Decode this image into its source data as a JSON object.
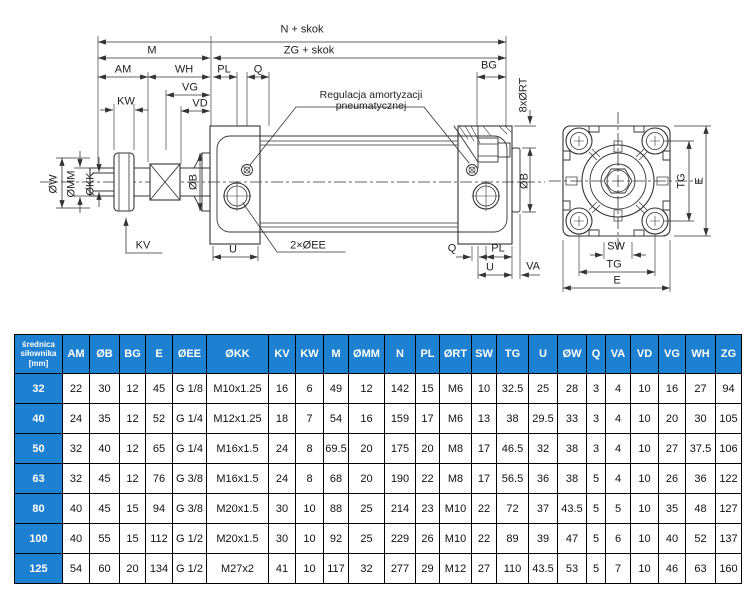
{
  "colors": {
    "table_header_bg": "#1e80d0",
    "table_header_text": "#ffffff",
    "line": "#333333"
  },
  "drawing": {
    "callout": {
      "line1": "Regulacja amortyzacji",
      "line2": "pneumatycznej"
    },
    "dims": {
      "n_skok": "N + skok",
      "zg_skok": "ZG + skok",
      "m": "M",
      "am": "AM",
      "wh": "WH",
      "pl_top": "PL",
      "q_top": "Q",
      "bg": "BG",
      "vg": "VG",
      "vd": "VD",
      "kw": "KW",
      "kv": "KV",
      "ow": "ØW",
      "omm": "ØMM",
      "okk": "ØKK",
      "ob_left": "ØB",
      "ob_right": "ØB",
      "rt": "8xØRT",
      "u_front": "U",
      "ee": "2×ØEE",
      "q_bottom": "Q",
      "pl_bottom": "PL",
      "u_rear": "U",
      "va": "VA",
      "tg_right": "TG",
      "e_right": "E",
      "sw": "SW",
      "tg_bottom": "TG",
      "e_bottom": "E"
    }
  },
  "table": {
    "size_header": "średnica siłownika [mm]",
    "columns": [
      "AM",
      "ØB",
      "BG",
      "E",
      "ØEE",
      "ØKK",
      "KV",
      "KW",
      "M",
      "ØMM",
      "N",
      "PL",
      "ØRT",
      "SW",
      "TG",
      "U",
      "ØW",
      "Q",
      "VA",
      "VD",
      "VG",
      "WH",
      "ZG"
    ],
    "rows": [
      {
        "size": "32",
        "values": [
          "22",
          "30",
          "12",
          "45",
          "G 1/8",
          "M10x1.25",
          "16",
          "6",
          "49",
          "12",
          "142",
          "15",
          "M6",
          "10",
          "32.5",
          "25",
          "28",
          "3",
          "4",
          "10",
          "16",
          "27",
          "94"
        ]
      },
      {
        "size": "40",
        "values": [
          "24",
          "35",
          "12",
          "52",
          "G 1/4",
          "M12x1.25",
          "18",
          "7",
          "54",
          "16",
          "159",
          "17",
          "M6",
          "13",
          "38",
          "29.5",
          "33",
          "3",
          "4",
          "10",
          "20",
          "30",
          "105"
        ]
      },
      {
        "size": "50",
        "values": [
          "32",
          "40",
          "12",
          "65",
          "G 1/4",
          "M16x1.5",
          "24",
          "8",
          "69.5",
          "20",
          "175",
          "20",
          "M8",
          "17",
          "46.5",
          "32",
          "38",
          "3",
          "4",
          "10",
          "27",
          "37.5",
          "106"
        ]
      },
      {
        "size": "63",
        "values": [
          "32",
          "45",
          "12",
          "76",
          "G 3/8",
          "M16x1.5",
          "24",
          "8",
          "68",
          "20",
          "190",
          "22",
          "M8",
          "17",
          "56.5",
          "36",
          "38",
          "5",
          "4",
          "10",
          "26",
          "36",
          "122"
        ]
      },
      {
        "size": "80",
        "values": [
          "40",
          "45",
          "15",
          "94",
          "G 3/8",
          "M20x1.5",
          "30",
          "10",
          "88",
          "25",
          "214",
          "23",
          "M10",
          "22",
          "72",
          "37",
          "43.5",
          "5",
          "5",
          "10",
          "35",
          "48",
          "127"
        ]
      },
      {
        "size": "100",
        "values": [
          "40",
          "55",
          "15",
          "112",
          "G 1/2",
          "M20x1.5",
          "30",
          "10",
          "92",
          "25",
          "229",
          "26",
          "M10",
          "22",
          "89",
          "39",
          "47",
          "5",
          "6",
          "10",
          "40",
          "52",
          "137"
        ]
      },
      {
        "size": "125",
        "values": [
          "54",
          "60",
          "20",
          "134",
          "G 1/2",
          "M27x2",
          "41",
          "10",
          "117",
          "32",
          "277",
          "29",
          "M12",
          "27",
          "110",
          "43.5",
          "53",
          "5",
          "7",
          "10",
          "46",
          "63",
          "160"
        ]
      }
    ]
  }
}
